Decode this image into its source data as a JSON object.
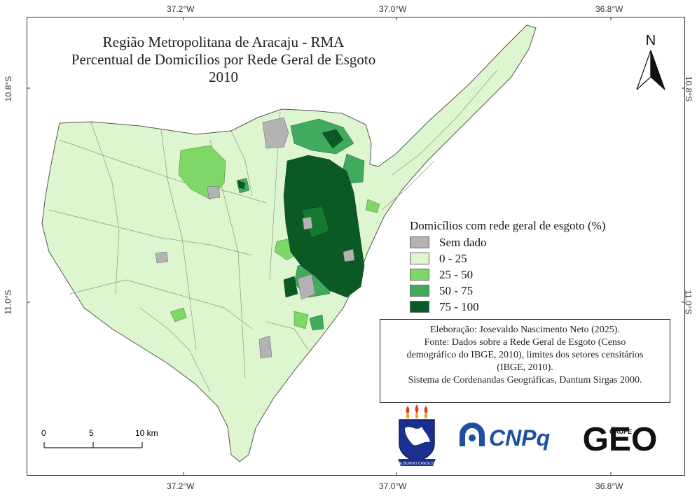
{
  "map": {
    "title_lines": [
      "Região Metropolitana de Aracaju - RMA",
      "Percentual de Domicílios por Rede Geral de Esgoto",
      "2010"
    ],
    "graticule": {
      "top_labels": [
        "37.2°W",
        "37.0°W",
        "36.8°W"
      ],
      "bottom_labels": [
        "37.2°W",
        "37.0°W",
        "36.8°W"
      ],
      "left_labels": [
        "10.8°S",
        "11.0°S"
      ],
      "right_labels": [
        "10.8°S",
        "11.0°S"
      ]
    },
    "north_label": "N",
    "legend": {
      "title": "Domicílios com rede geral de esgoto (%)",
      "classes": [
        {
          "label": "Sem dado",
          "color": "#b3b3b3"
        },
        {
          "label": "0 - 25",
          "color": "#ddf6cf"
        },
        {
          "label": "25 - 50",
          "color": "#7fd768"
        },
        {
          "label": "50 - 75",
          "color": "#41ab5d"
        },
        {
          "label": "75 - 100",
          "color": "#0b5a26"
        }
      ]
    },
    "credits_lines": [
      "Eleboração: Josevaldo Nascimento Neto (2025).",
      "Fonte: Dados sobre a Rede Geral de Esgoto (Censo",
      "demográfico do IBGE, 2010), limites dos setores censitários",
      "(IBGE, 2010).",
      "Sistema de Cordenandas Geográficas, Dantum Sirgas 2000."
    ],
    "scale_bar": {
      "labels": [
        "0",
        "5",
        "10 km"
      ]
    },
    "logos": {
      "ufs_motto": "ALBUNDO CRESCIT",
      "cnpq": "CNPq",
      "grupo_geo": "GEO",
      "grupo_geo_small": "GRUPE"
    }
  }
}
